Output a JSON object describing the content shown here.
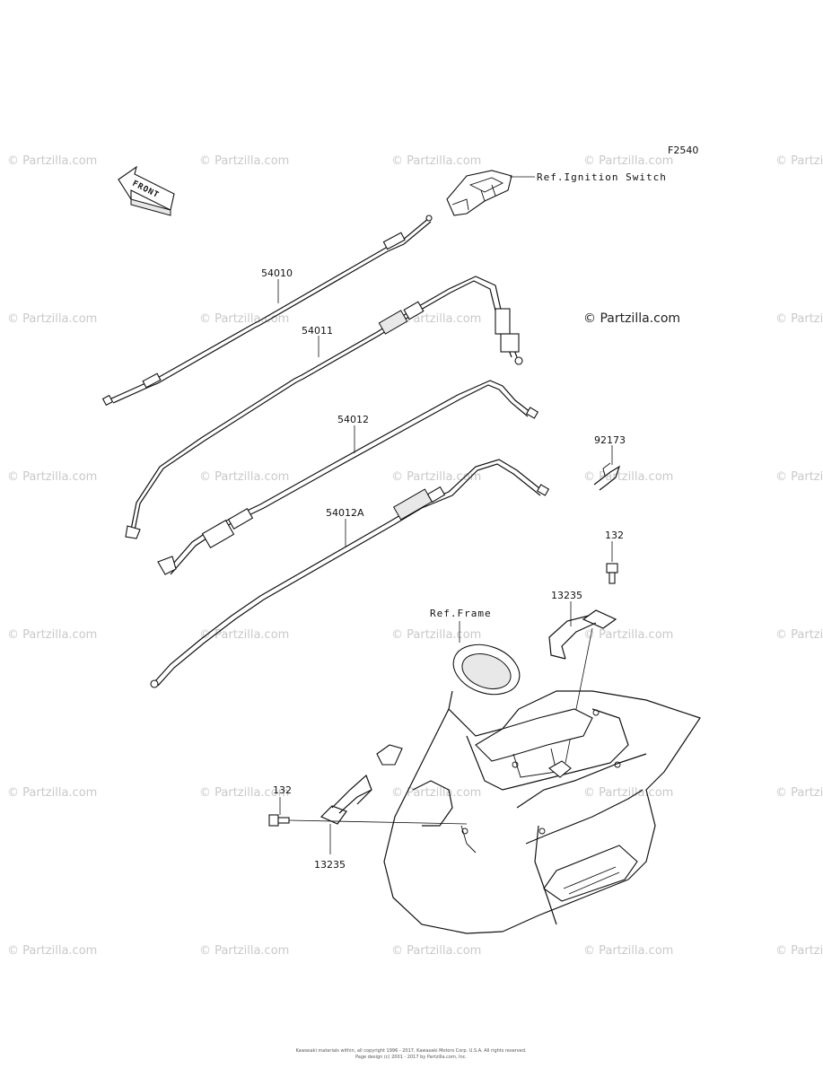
{
  "figure_code": "F2540",
  "copyright_mark": "© Partzilla.com",
  "watermark": "© Partzilla.com",
  "front_label": "FRONT",
  "references": {
    "ignition_switch": "Ref.Ignition Switch",
    "frame": "Ref.Frame"
  },
  "parts": {
    "p54010": "54010",
    "p54011": "54011",
    "p54012": "54012",
    "p54012a": "54012A",
    "p92173": "92173",
    "p132_top": "132",
    "p13235_top": "13235",
    "p132_left": "132",
    "p13235_left": "13235"
  },
  "footer": {
    "line1": "Kawasaki materials within, all copyright 1996 - 2017, Kawasaki Motors Corp. U.S.A.  All rights reserved.",
    "line2": "Page design (c) 2001 - 2017 by Partzilla.com, Inc."
  }
}
